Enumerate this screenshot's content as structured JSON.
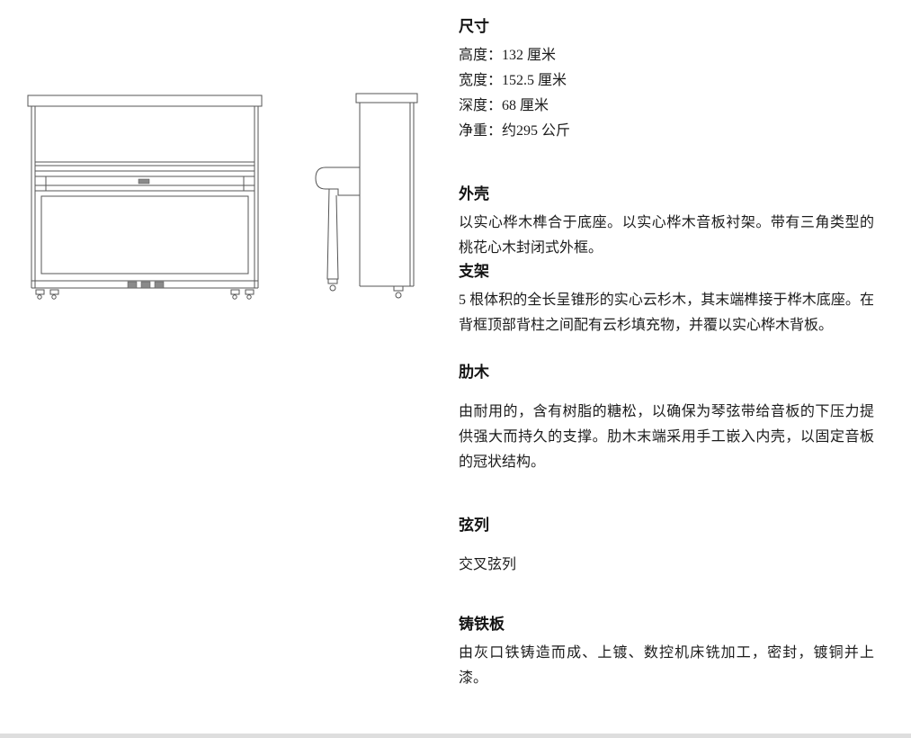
{
  "sections": [
    {
      "heading": "尺寸",
      "lines": [
        "高度：132 厘米",
        "宽度：152.5 厘米",
        "深度：68 厘米",
        "净重：约295 公斤"
      ]
    },
    {
      "heading": "外壳",
      "body": "以实心桦木榫合于底座。以实心桦木音板衬架。带有三角类型的桃花心木封闭式外框。"
    },
    {
      "heading": "支架",
      "body": "5 根体积的全长呈锥形的实心云杉木，其末端榫接于桦木底座。在背框顶部背柱之间配有云杉填充物，并覆以实心桦木背板。"
    },
    {
      "heading": "肋木",
      "body": "由耐用的，含有树脂的糖松，以确保为琴弦带给音板的下压力提供强大而持久的支撑。肋木末端采用手工嵌入内壳，以固定音板的冠状结构。"
    },
    {
      "heading": "弦列",
      "body": "交叉弦列"
    },
    {
      "heading": "铸铁板",
      "body": "由灰口铁铸造而成、上镀、数控机床铣加工，密封，镀铜并上漆。"
    }
  ],
  "diagram": {
    "front_view": "upright-piano-front-line-drawing",
    "side_view": "upright-piano-side-line-drawing"
  },
  "colors": {
    "line_art": "#555555",
    "text": "#1c1c1c",
    "footer_bar": "#dedede"
  }
}
